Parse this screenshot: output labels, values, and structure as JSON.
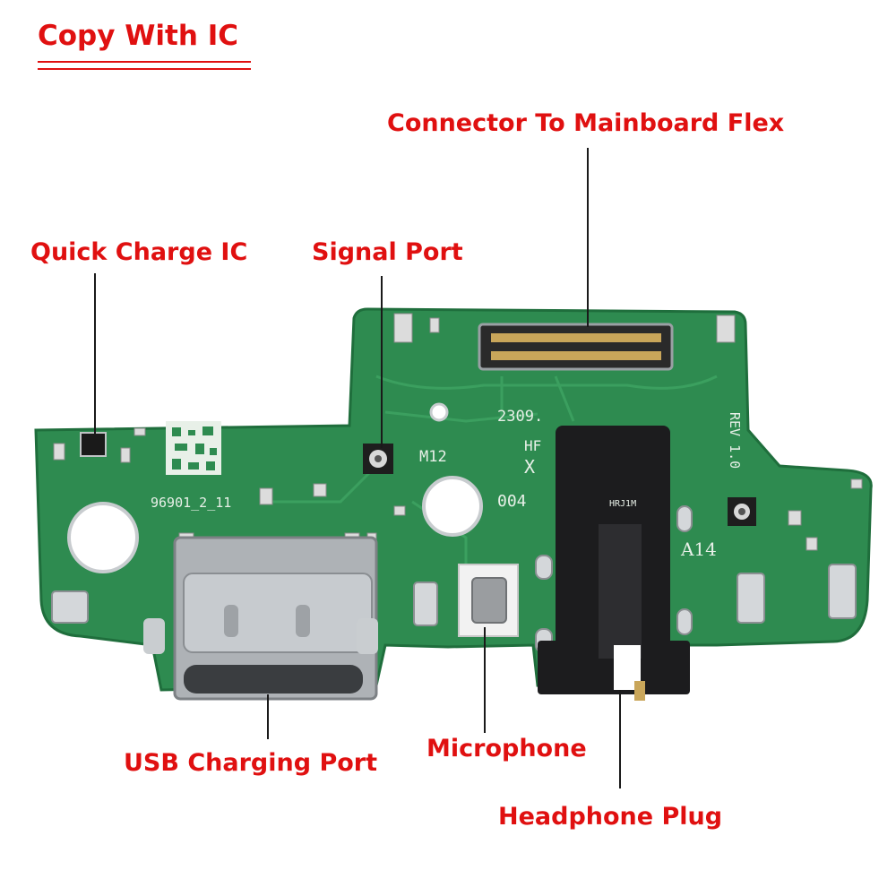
{
  "title": "Copy With IC",
  "labels": {
    "quick_charge_ic": "Quick Charge IC",
    "signal_port": "Signal Port",
    "connector": "Connector To Mainboard Flex",
    "usb_port": "USB Charging Port",
    "microphone": "Microphone",
    "headphone": "Headphone Plug"
  },
  "silkscreen": {
    "part_code": "96901_2_11",
    "date_code": "2309.",
    "m12": "M12",
    "hf": "HF",
    "code_004": "004",
    "rev": "REV 1.0",
    "a14": "A14",
    "jack_mark": "HRJ1M"
  },
  "colors": {
    "label": "#e01010",
    "pcb": "#2e8b50",
    "pcb_dark": "#1f6e3c",
    "metal": "#b8bcc0",
    "jack": "#1c1c1e"
  }
}
